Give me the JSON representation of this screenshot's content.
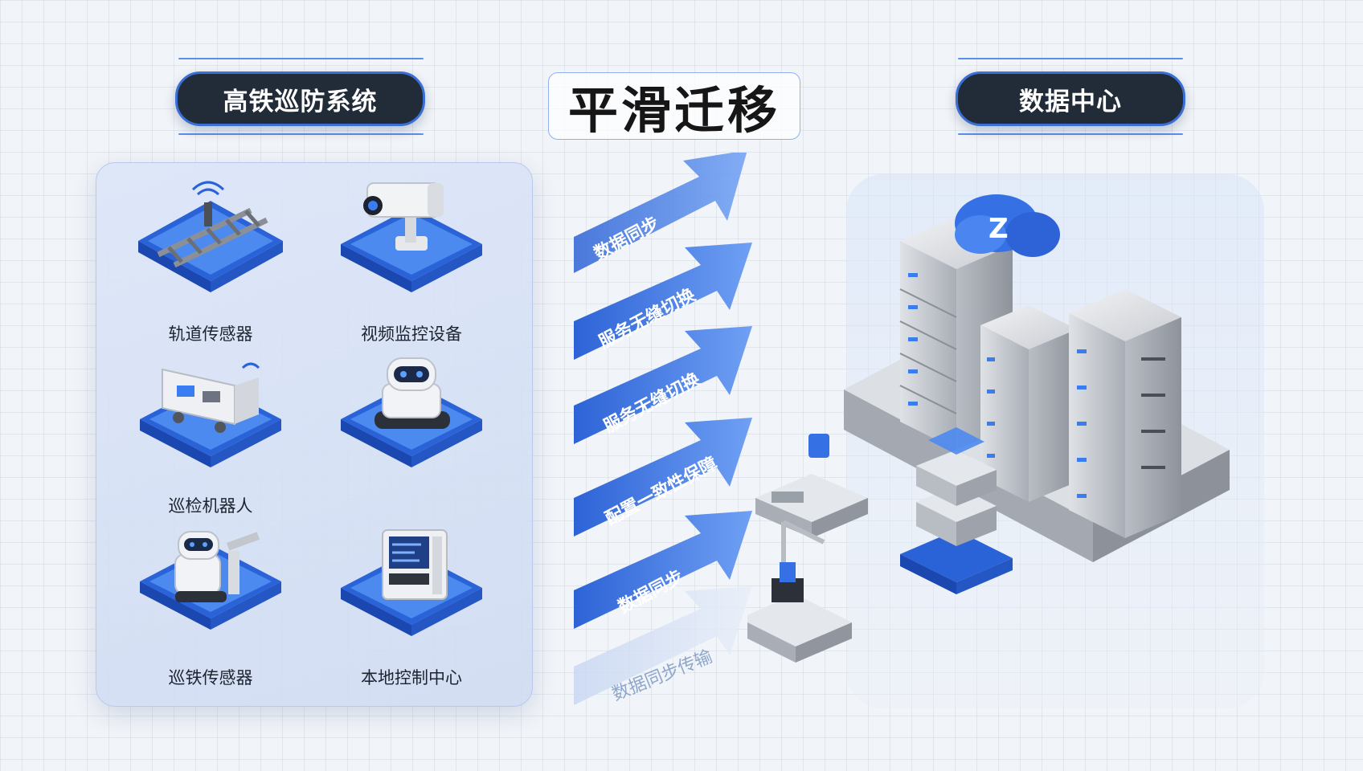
{
  "title": "平滑迁移",
  "left_header": "高铁巡防系统",
  "right_header": "数据中心",
  "devices": [
    {
      "label": "轨道传感器",
      "icon": "rail-sensor-icon"
    },
    {
      "label": "视频监控设备",
      "icon": "camera-icon"
    },
    {
      "label": "巡检机器人",
      "icon": "inspection-train-icon"
    },
    {
      "label": "",
      "icon": "robot-icon"
    },
    {
      "label": "巡铁传感器",
      "icon": "robot-arm-icon"
    },
    {
      "label": "本地控制中心",
      "icon": "control-terminal-icon"
    }
  ],
  "arrows": [
    {
      "label": "数据同步"
    },
    {
      "label": "服务无缝切换"
    },
    {
      "label": "服务无缝切换"
    },
    {
      "label": "配置一致性保障"
    },
    {
      "label": "数据同步"
    },
    {
      "label": "数据同步传输"
    }
  ],
  "colors": {
    "accent_blue": "#3a6fd8",
    "header_dark": "#222c38",
    "arrow_blue": "#2f6fe0"
  }
}
